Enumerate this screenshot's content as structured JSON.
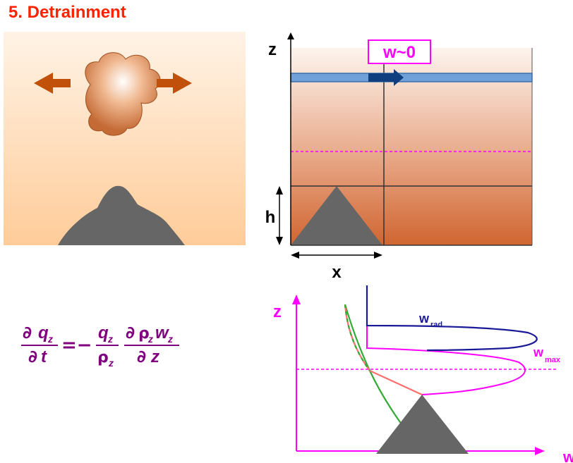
{
  "title": "5. Detrainment",
  "top_diagram": {
    "axis_z": "z",
    "label_w": "w~0",
    "label_h": "h",
    "axis_x": "x"
  },
  "equation": {
    "d1": "∂",
    "q": "q",
    "sub_z": "z",
    "t": "t",
    "eq_minus": "=−",
    "rho": "ρ",
    "w": "w",
    "z": "z"
  },
  "bottom_diagram": {
    "axis_z": "z",
    "axis_w": "w",
    "w_rad_base": "w",
    "w_rad_sub": "rad",
    "w_max_base": "w",
    "w_max_sub": "max"
  },
  "colors": {
    "title": "#ff2200",
    "magenta": "#ff00ff",
    "purple": "#800080",
    "navy": "#1a1a99",
    "mountain": "#666666",
    "arrow_brown": "#c0500a"
  }
}
